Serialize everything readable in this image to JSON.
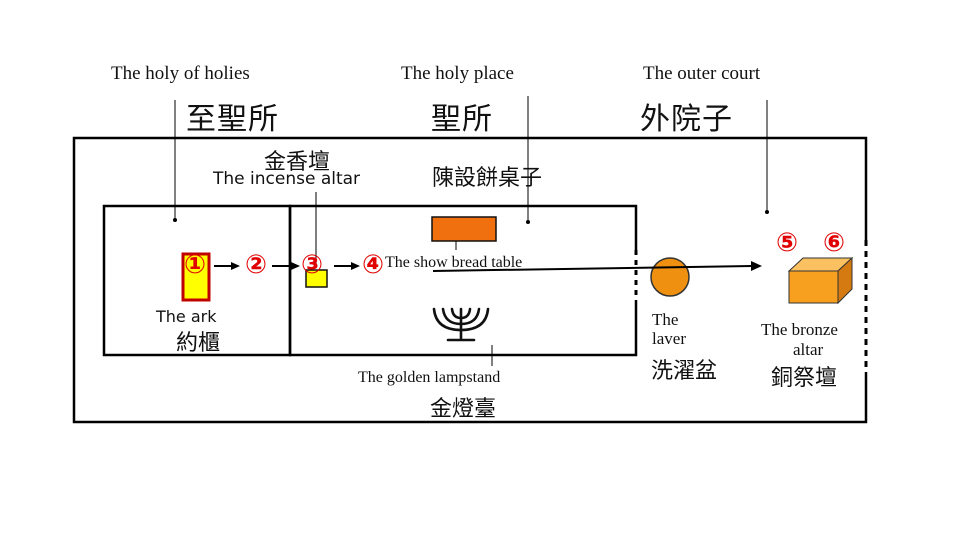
{
  "headings": {
    "holy_of_holies_en": "The holy of holies",
    "holy_of_holies_zh": "至聖所",
    "holy_place_en": "The holy place",
    "holy_place_zh": "聖所",
    "outer_court_en": "The outer court",
    "outer_court_zh": "外院子"
  },
  "items": {
    "incense_zh": "金香壇",
    "incense_en": "The incense altar",
    "table_zh": "陳設餅桌子",
    "table_en": "The show bread table",
    "ark_en": "The ark",
    "ark_zh": "約櫃",
    "lampstand_en": "The golden lampstand",
    "lampstand_zh": "金燈臺",
    "laver_en_1": "The",
    "laver_en_2": "laver",
    "laver_zh": "洗濯盆",
    "altar_en_1": "The bronze",
    "altar_en_2": "altar",
    "altar_zh": "銅祭壇"
  },
  "steps": [
    "①",
    "②",
    "③",
    "④",
    "⑤",
    "⑥"
  ],
  "colors": {
    "ark_fill": "#ffff00",
    "ark_border": "#c00000",
    "table_fill": "#f07010",
    "laver_fill": "#f09010",
    "altar_fill": "#f7a020",
    "step_number": "#e00000"
  }
}
